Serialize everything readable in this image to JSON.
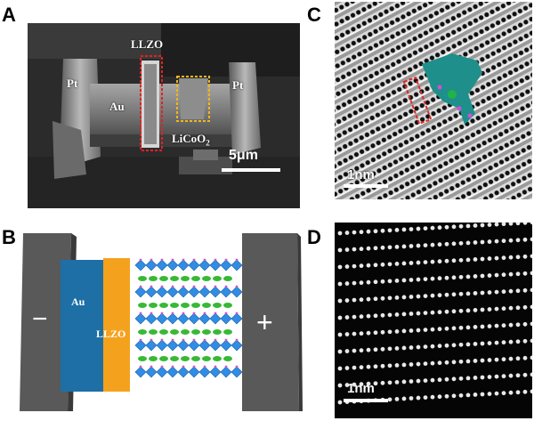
{
  "panels": {
    "a": {
      "letter": "A",
      "labels": {
        "llzo": "LLZO",
        "pt_left": "Pt",
        "pt_right": "Pt",
        "au": "Au",
        "licoo2": "LiCoO",
        "licoo2_sub": "2"
      },
      "scale": "5μm",
      "highlight_colors": {
        "llzo_box": "#e52020",
        "licoo2_box": "#f2b51c"
      }
    },
    "b": {
      "letter": "B",
      "labels": {
        "au": "Au",
        "llzo": "LLZO",
        "minus": "−",
        "plus": "+"
      },
      "colors": {
        "electrode": "#595959",
        "au": "#1d6fa5",
        "llzo": "#f4a21e",
        "octahedra": "#2f8de4",
        "li": "#38b936",
        "oxygen": "#c458c9"
      }
    },
    "c": {
      "letter": "C",
      "scale": "1nm",
      "highlight_colors": {
        "box": "#e02828",
        "structure": "#1e8f8a",
        "atom_green": "#22b24c",
        "atom_pink": "#d050d8"
      }
    },
    "d": {
      "letter": "D",
      "scale": "1nm"
    }
  }
}
